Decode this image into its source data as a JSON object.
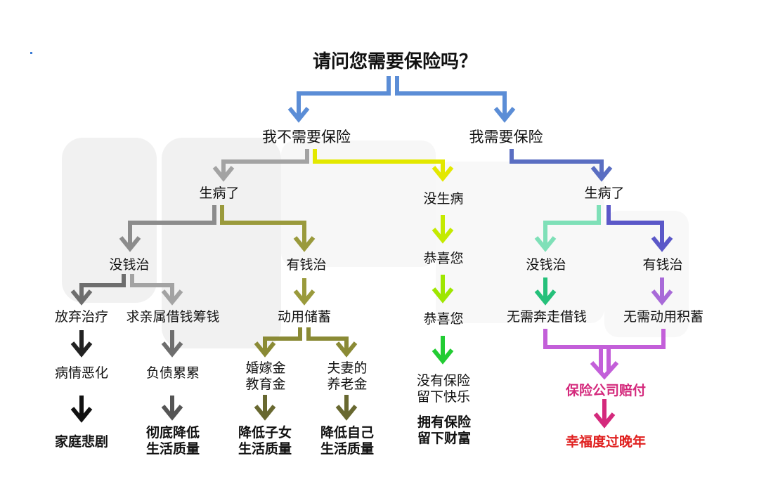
{
  "title": "请问您需要保险吗？",
  "branches": {
    "no_need": {
      "label": "我不需要保险",
      "sick": "生病了",
      "no_money": {
        "label": "没钱治",
        "give_up": {
          "label": "放弃治疗",
          "next": "病情恶化",
          "end": "家庭悲剧"
        },
        "borrow": {
          "label": "求亲属借钱筹钱",
          "next": "负债累累",
          "end": [
            "彻底降低",
            "生活质量"
          ]
        }
      },
      "has_money": {
        "label": "有钱治",
        "use_savings": "动用储蓄",
        "marriage_edu": {
          "label": [
            "婚嫁金",
            "教育金"
          ],
          "end": [
            "降低子女",
            "生活质量"
          ]
        },
        "pension": {
          "label": [
            "夫妻的",
            "养老金"
          ],
          "end": [
            "降低自己",
            "生活质量"
          ]
        }
      },
      "healthy": {
        "label": "没生病",
        "step1": "恭喜您",
        "step2": "恭喜您",
        "step3": [
          "没有保险",
          "留下快乐"
        ],
        "step4": [
          "拥有保险",
          "留下财富"
        ]
      }
    },
    "need": {
      "label": "我需要保险",
      "sick": "生病了",
      "no_money": {
        "label": "没钱治",
        "next": "无需奔走借钱"
      },
      "has_money": {
        "label": "有钱治",
        "next": "无需动用积蓄"
      },
      "insurer_pays": "保险公司赔付",
      "result": "幸福度过晚年"
    }
  },
  "colors": {
    "blue": "#5b8dd6",
    "gray": "#a3a3a3",
    "olive": "#9a9a3c",
    "yellow": "#e3e800",
    "lime": "#9ee600",
    "green": "#22cc33",
    "navy": "#5a6ec2",
    "mint": "#7fe0b8",
    "indigo": "#5b58c8",
    "teal_green": "#25c07a",
    "purple": "#a86ad8",
    "magenta": "#c35fd9",
    "pink_arrow": "#d4297c",
    "dark": "#222222",
    "mid_gray": "#6e6e6e",
    "dark_olive": "#686830",
    "pink_text": "#d4297c",
    "red_text": "#e0201f"
  }
}
